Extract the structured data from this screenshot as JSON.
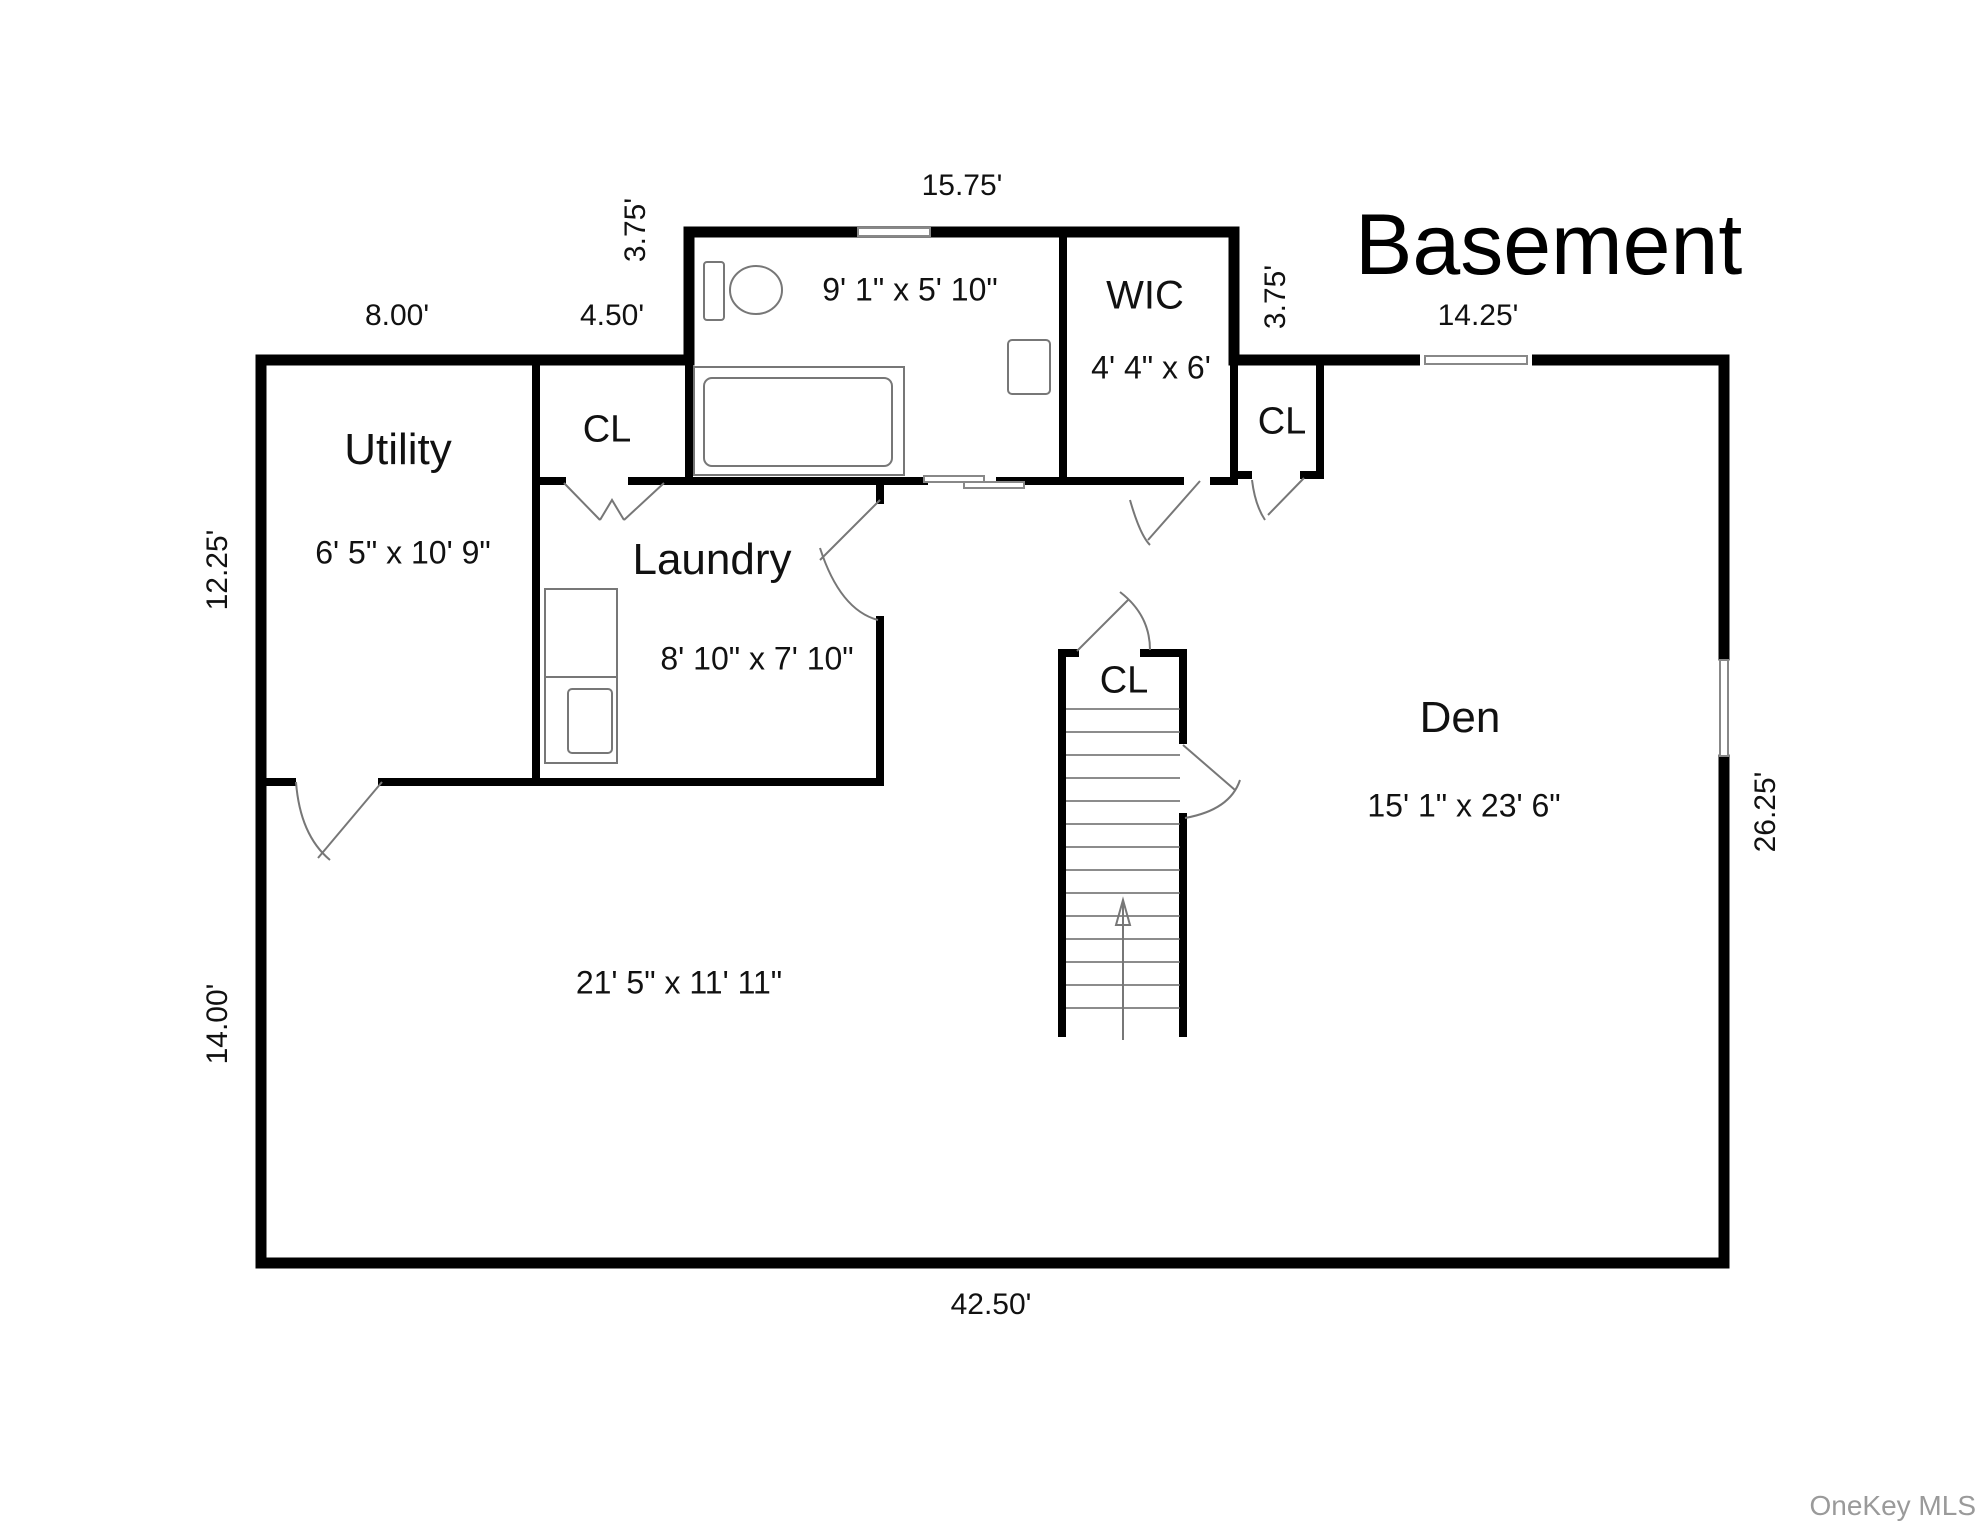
{
  "title": "Basement",
  "watermark": "OneKey MLS",
  "rooms": {
    "utility": {
      "name": "Utility",
      "size": "6' 5\" x 10' 9\""
    },
    "closet1": {
      "name": "CL"
    },
    "bath": {
      "size": "9' 1\" x 5' 10\""
    },
    "wic": {
      "name": "WIC",
      "size": "4' 4\" x 6'"
    },
    "closet2": {
      "name": "CL"
    },
    "laundry": {
      "name": "Laundry",
      "size": "8' 10\" x 7' 10\""
    },
    "stair_closet": {
      "name": "CL"
    },
    "den": {
      "name": "Den",
      "size": "15' 1\" x 23' 6\""
    },
    "rec": {
      "size": "21' 5\" x 11' 11\""
    }
  },
  "dimensions": {
    "top_left": "8.00'",
    "top_closet": "4.50'",
    "bath_offset_left": "3.75'",
    "bath_top": "15.75'",
    "bath_offset_right": "3.75'",
    "top_right": "14.25'",
    "left_upper": "12.25'",
    "left_lower": "14.00'",
    "right": "26.25'",
    "bottom": "42.50'"
  }
}
